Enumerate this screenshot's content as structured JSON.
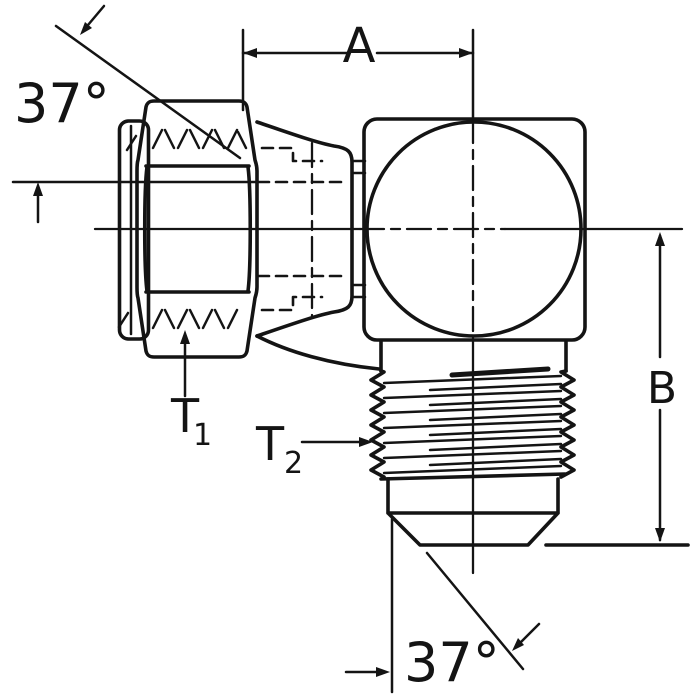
{
  "figure": {
    "type": "technical-drawing",
    "description": "37-degree flare 90-degree elbow tube fitting, side section view with dimension callouts",
    "labels": {
      "top_angle": "37°",
      "bottom_angle": "37°",
      "width_dim": "A",
      "height_dim": "B",
      "thread1": {
        "base": "T",
        "sub": "1"
      },
      "thread2": {
        "base": "T",
        "sub": "2"
      }
    },
    "colors": {
      "ink": "#141414",
      "background": "#ffffff"
    }
  }
}
